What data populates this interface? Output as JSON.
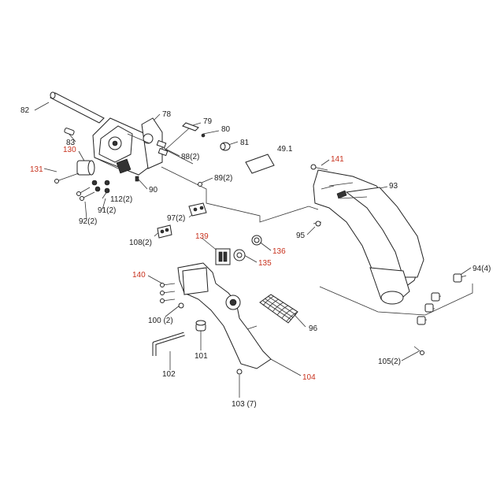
{
  "colors": {
    "ink": "#222222",
    "highlight": "#c8321e",
    "background": "#ffffff"
  },
  "labels": [
    {
      "id": "82",
      "text": "82",
      "red": false
    },
    {
      "id": "78",
      "text": "78",
      "red": false
    },
    {
      "id": "79",
      "text": "79",
      "red": false
    },
    {
      "id": "80",
      "text": "80",
      "red": false
    },
    {
      "id": "81",
      "text": "81",
      "red": false
    },
    {
      "id": "83",
      "text": "83",
      "red": false
    },
    {
      "id": "88",
      "text": "88(2)",
      "red": false
    },
    {
      "id": "49",
      "text": "49.1",
      "red": false
    },
    {
      "id": "130",
      "text": "130",
      "red": true
    },
    {
      "id": "131",
      "text": "131",
      "red": true
    },
    {
      "id": "89",
      "text": "89(2)",
      "red": false
    },
    {
      "id": "90",
      "text": "90",
      "red": false
    },
    {
      "id": "112",
      "text": "112(2)",
      "red": false
    },
    {
      "id": "91",
      "text": "91(2)",
      "red": false
    },
    {
      "id": "92",
      "text": "92(2)",
      "red": false
    },
    {
      "id": "141",
      "text": "141",
      "red": true
    },
    {
      "id": "93",
      "text": "93",
      "red": false
    },
    {
      "id": "97",
      "text": "97(2)",
      "red": false
    },
    {
      "id": "108",
      "text": "108(2)",
      "red": false
    },
    {
      "id": "139",
      "text": "139",
      "red": true
    },
    {
      "id": "95",
      "text": "95",
      "red": false
    },
    {
      "id": "136",
      "text": "136",
      "red": true
    },
    {
      "id": "135",
      "text": "135",
      "red": true
    },
    {
      "id": "94",
      "text": "94(4)",
      "red": false
    },
    {
      "id": "140",
      "text": "140",
      "red": true
    },
    {
      "id": "100",
      "text": "100 (2)",
      "red": false
    },
    {
      "id": "96",
      "text": "96",
      "red": false
    },
    {
      "id": "101",
      "text": "101",
      "red": false
    },
    {
      "id": "102",
      "text": "102",
      "red": false
    },
    {
      "id": "104",
      "text": "104",
      "red": true
    },
    {
      "id": "105",
      "text": "105(2)",
      "red": false
    },
    {
      "id": "103",
      "text": "103 (7)",
      "red": false
    }
  ]
}
